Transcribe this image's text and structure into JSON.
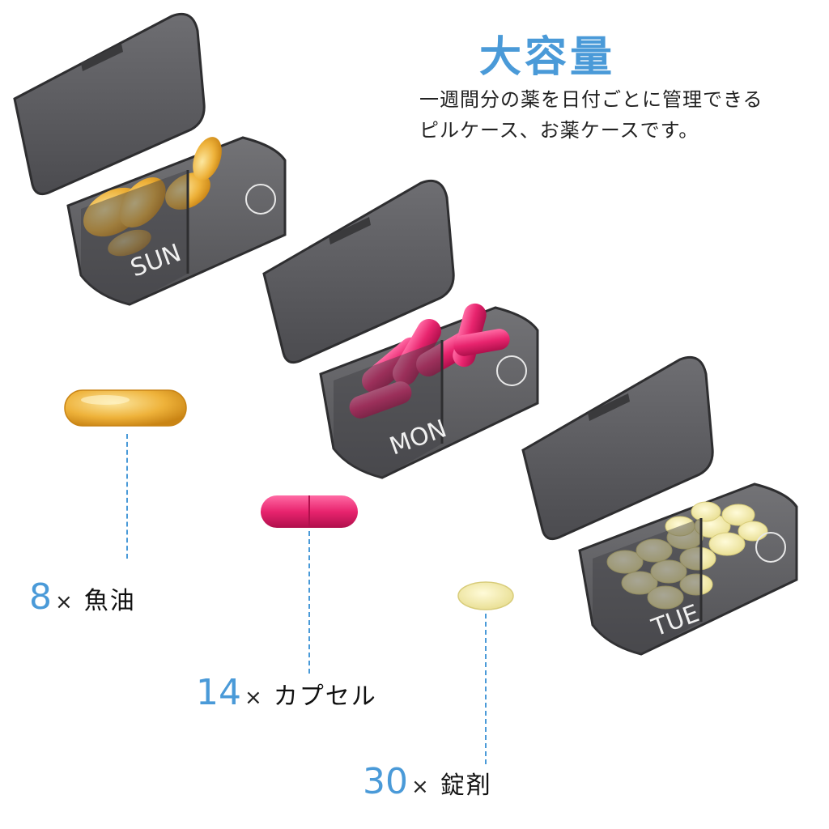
{
  "heading": {
    "title": "大容量",
    "line1": "一週間分の薬を日付ごとに管理できる",
    "line2": "ピルケース、お薬ケースです。"
  },
  "boxes": [
    {
      "day": "SUN",
      "content": "fish-oil"
    },
    {
      "day": "MON",
      "content": "capsule"
    },
    {
      "day": "TUE",
      "content": "tablet"
    }
  ],
  "counts": [
    {
      "number": "8",
      "times": "×",
      "label": "魚油"
    },
    {
      "number": "14",
      "times": "×",
      "label": "カプセル"
    },
    {
      "number": "30",
      "times": "×",
      "label": "錠剤"
    }
  ],
  "colors": {
    "accent": "#4a9ad8",
    "case": "#4a4a4e",
    "fish_oil": "#e9a824",
    "capsule": "#e8246e",
    "tablet": "#f5eca6"
  }
}
